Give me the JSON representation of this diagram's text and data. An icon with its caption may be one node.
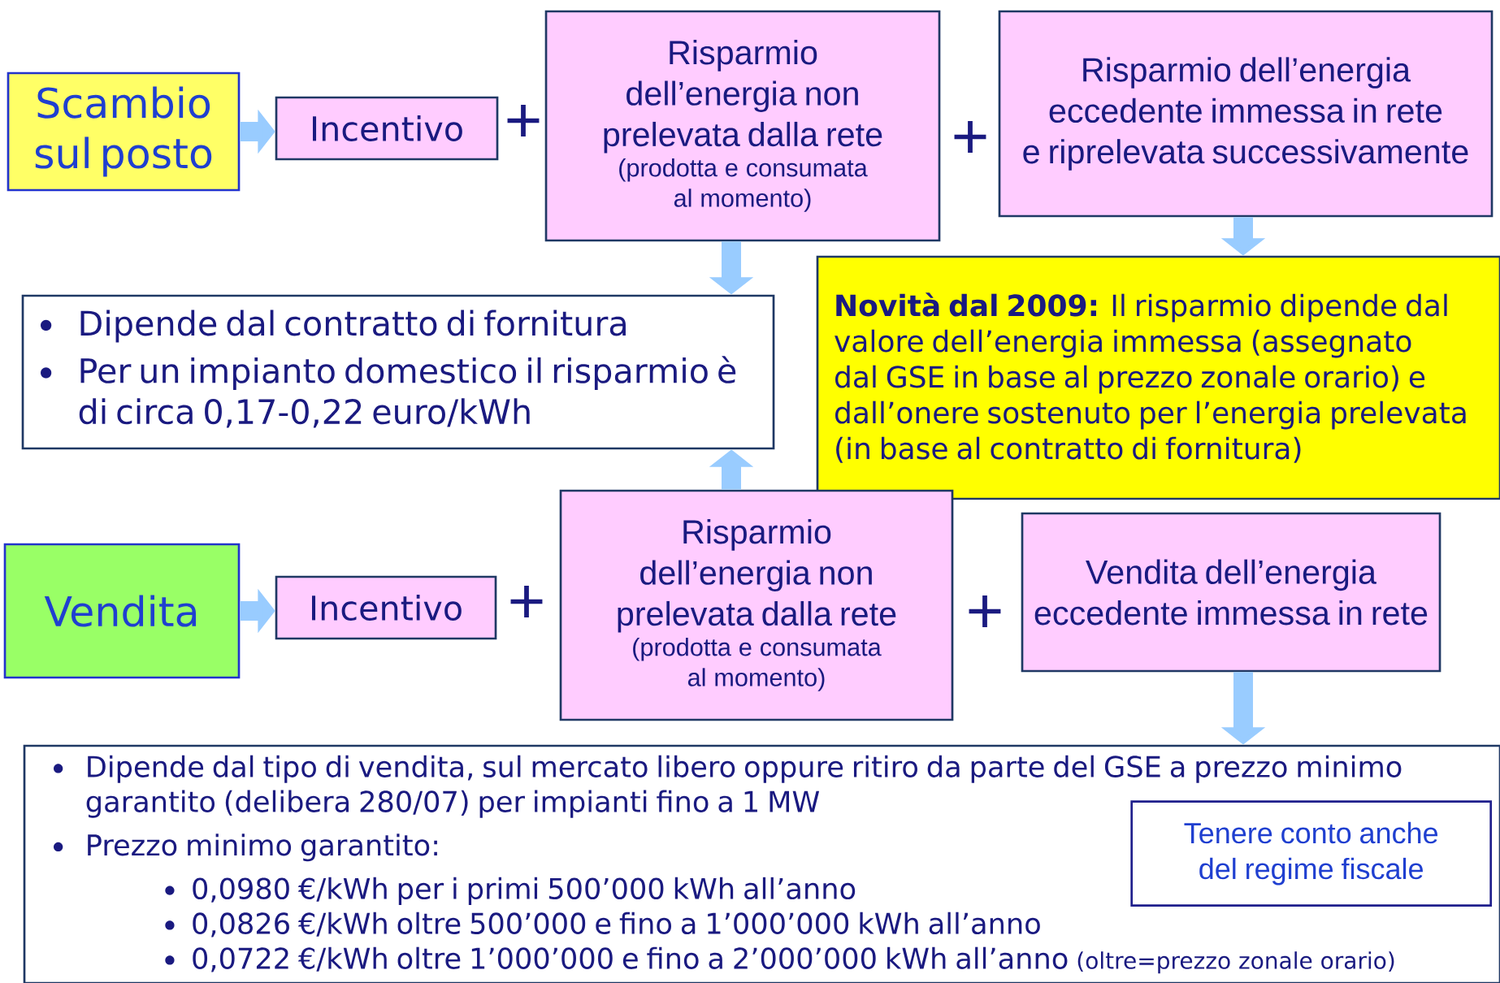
{
  "diagram": {
    "nodes": [
      {
        "text": [
          "Scambio sul posto"
        ]
      },
      {
        "text": [
          "Incentivo"
        ]
      },
      {
        "text": [
          "Risparmio dell’energia non prelevata dalla rete",
          "(prodotta e consumata al momento)"
        ]
      },
      {
        "text": [
          "Risparmio dell’energia eccedente immessa in rete e riprelevata successivamente"
        ]
      },
      {
        "text": [
          "Dipende dal contratto di fornitura",
          "Per un impianto domestico il risparmio è di circa 0,17-0,22 euro/kWh"
        ]
      },
      {
        "text": [
          "**Novità dal 2009:** Il risparmio dipende dal valore dell’energia immessa (assegnato dal GSE in base al prezzo zonale orario) e dall’onere sostenuto per l’energia prelevata (in base al contratto di fornitura)"
        ]
      },
      {
        "text": [
          "Vendita"
        ]
      },
      {
        "text": [
          "Incentivo"
        ]
      },
      {
        "text": [
          "Risparmio dell’energia non prelevata dalla rete",
          "(prodotta e consumata al momento)"
        ]
      },
      {
        "text": [
          "Vendita dell’energia eccedente immessa in rete"
        ]
      },
      {
        "text": [
          "Dipende dal tipo di vendita, sul mercato libero oppure ritiro da parte del GSE a prezzo minimo garantito (delibera 280/07) per impianti fino a 1 MW",
          "Prezzo minimo garantito:",
          "0,0980 €/kWh per i primi 500’000 kWh all’anno",
          "0,0826 €/kWh oltre 500’000 e fino a 1’000’000 kWh all’anno",
          "0,0722 €/kWh oltre 1’000’000 e fino a 2’000’000 kWh all’anno",
          "(oltre=prezzo zonale orario)"
        ]
      },
      {
        "text": [
          "Tenere conto anche del regime fiscale"
        ],
        "in": 10
      }
    ],
    "edges": [
      {
        "from": 0,
        "to": 1,
        "arrow": "to"
      },
      {
        "from": 2,
        "to": 4,
        "arrow": "to"
      },
      {
        "from": 3,
        "to": 5,
        "arrow": "to"
      },
      {
        "from": 8,
        "to": 4,
        "arrow": "to"
      },
      {
        "from": 6,
        "to": 7,
        "arrow": "to"
      },
      {
        "from": 9,
        "to": 10,
        "arrow": "to"
      }
    ],
    "labels": [
      "+",
      "+",
      "+",
      "+"
    ]
  }
}
